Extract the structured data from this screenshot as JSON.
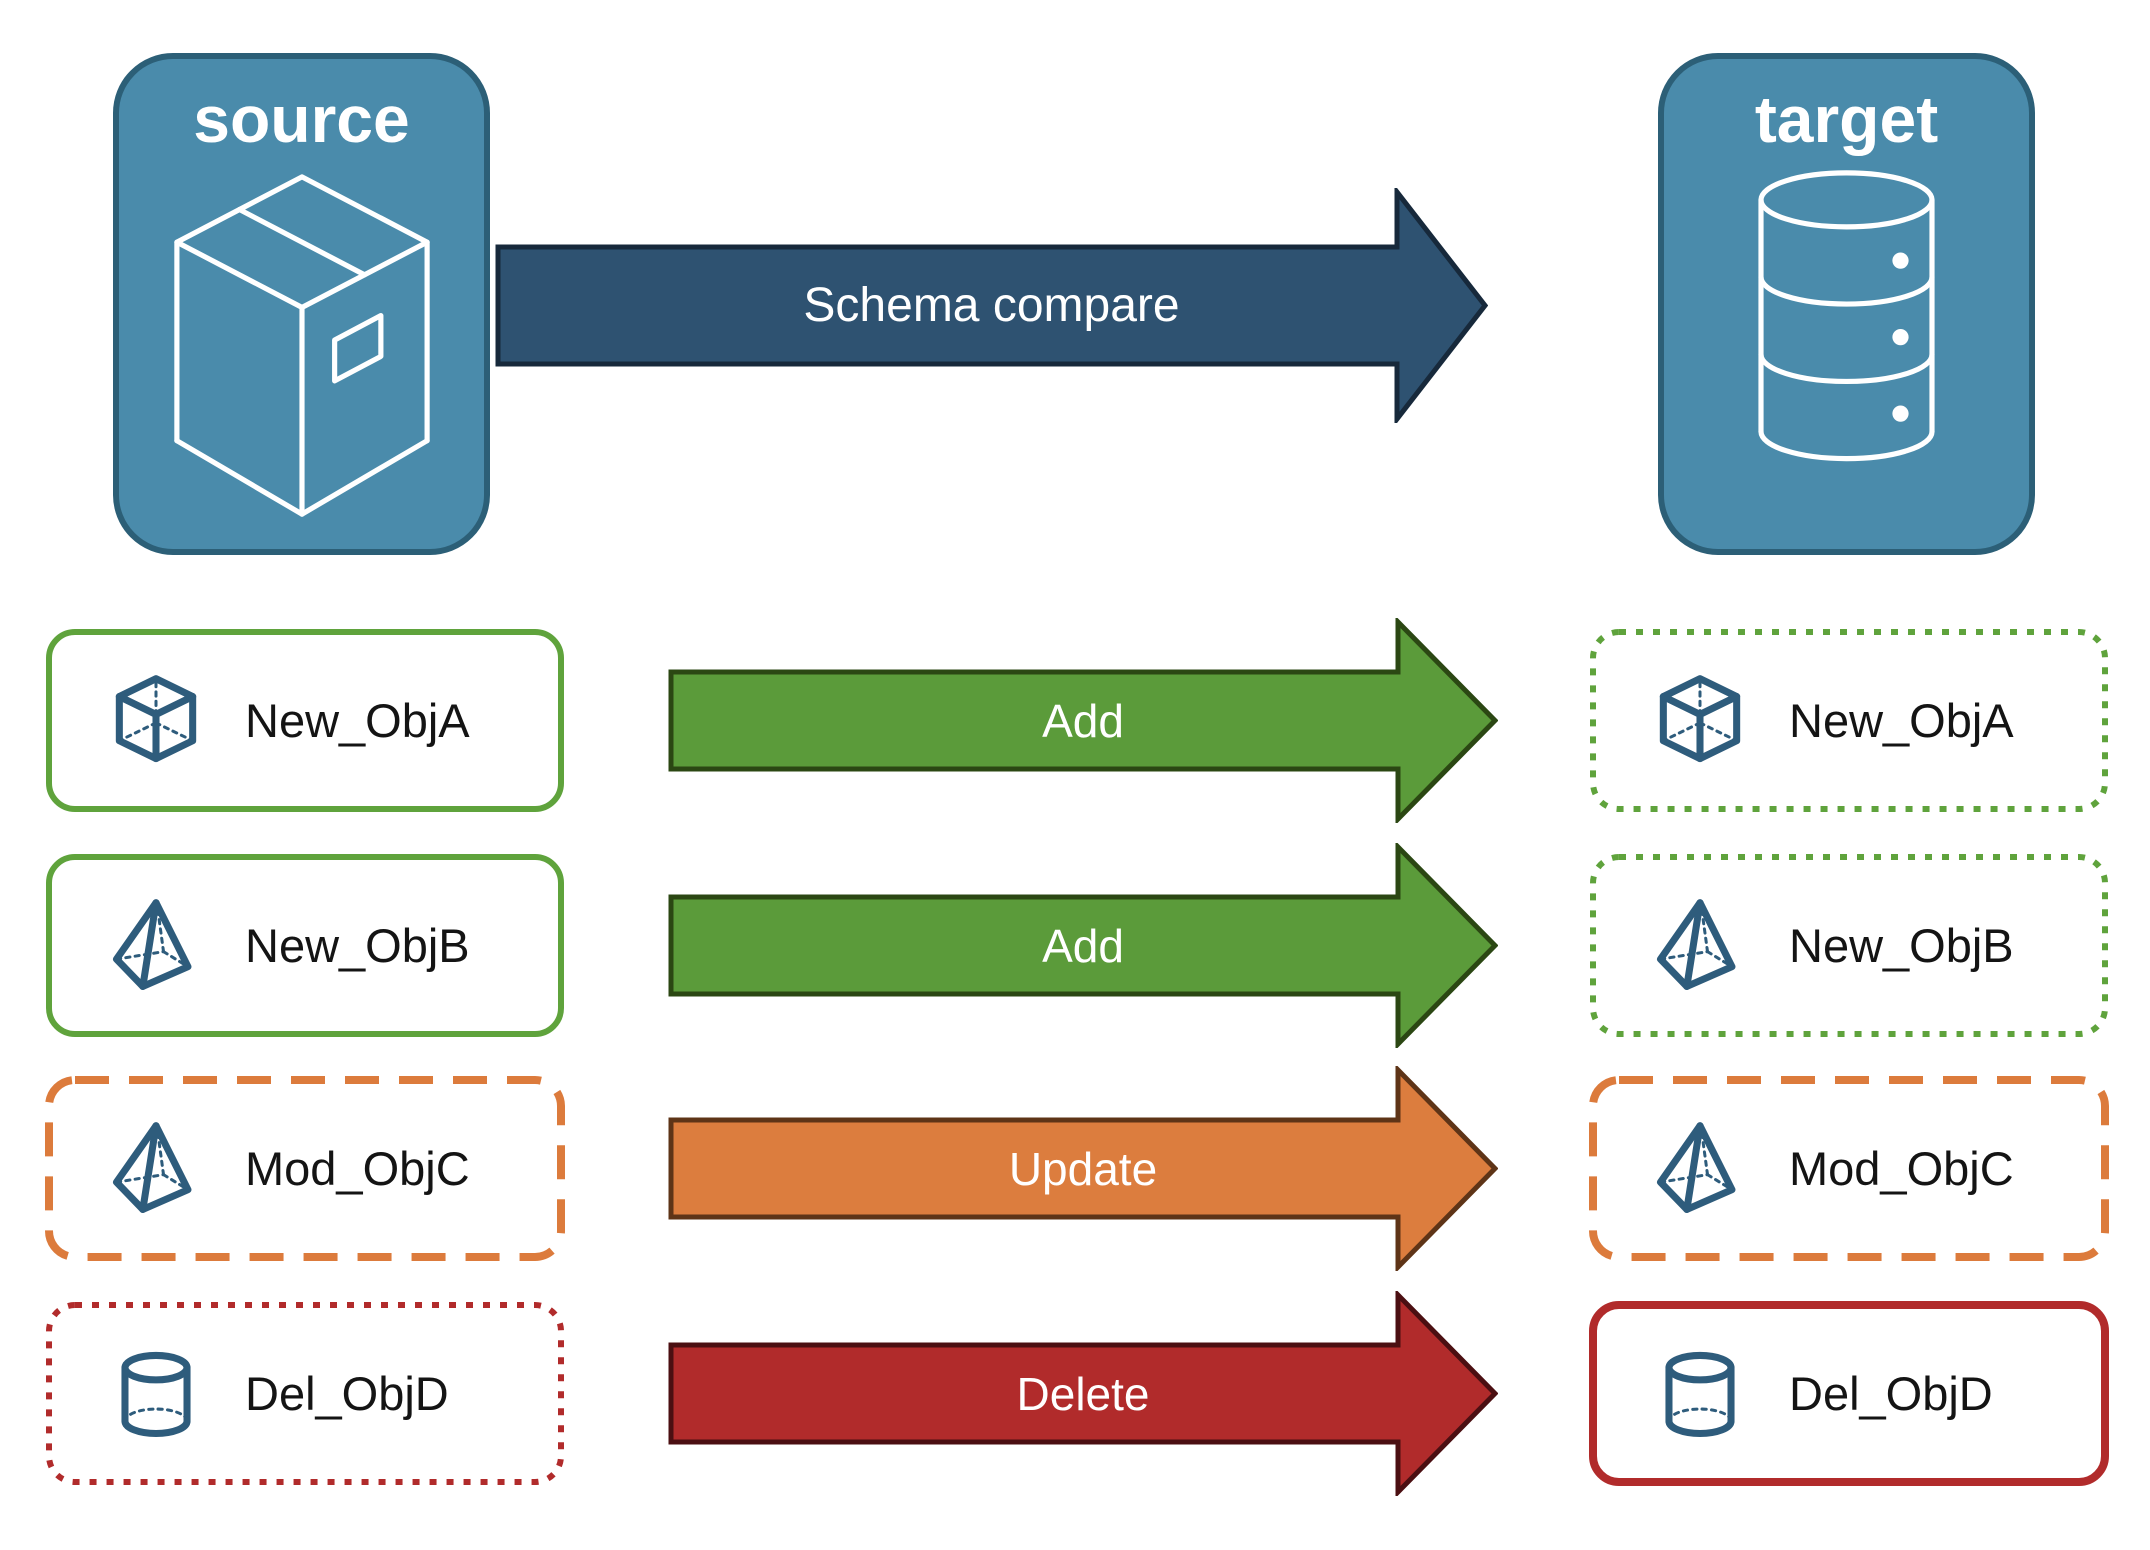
{
  "diagram": {
    "source_panel": {
      "label": "source",
      "icon": "package-box"
    },
    "target_panel": {
      "label": "target",
      "icon": "database"
    },
    "compare_arrow": {
      "label": "Schema compare"
    },
    "rows": [
      {
        "object": "New_ObjA",
        "icon": "cube",
        "action": "Add",
        "source_box_border": "green-solid",
        "target_box_border": "green-dotted"
      },
      {
        "object": "New_ObjB",
        "icon": "pyramid",
        "action": "Add",
        "source_box_border": "green-solid",
        "target_box_border": "green-dotted"
      },
      {
        "object": "Mod_ObjC",
        "icon": "pyramid",
        "action": "Update",
        "source_box_border": "orange-dashed",
        "target_box_border": "orange-dashed"
      },
      {
        "object": "Del_ObjD",
        "icon": "cylinder",
        "action": "Delete",
        "source_box_border": "red-dotted",
        "target_box_border": "red-solid"
      }
    ],
    "colors": {
      "panel_fill": "#4A8BAB",
      "panel_border": "#2C5F77",
      "compare_arrow_fill": "#2E5271",
      "compare_arrow_border": "#17293B",
      "add_arrow_fill": "#5B9B3A",
      "add_arrow_border": "#2B4713",
      "update_arrow_fill": "#DC7D3E",
      "update_arrow_border": "#5E3417",
      "delete_arrow_fill": "#B12B2B",
      "delete_arrow_border": "#4B0F12",
      "green_box_border": "#5FA33C",
      "orange_box_border": "#DC7B3C",
      "red_box_border": "#B12B2B",
      "icon_stroke": "#2E5C7C",
      "object_label_text": "#141414",
      "arrow_label_text": "#FFFFFF"
    }
  }
}
